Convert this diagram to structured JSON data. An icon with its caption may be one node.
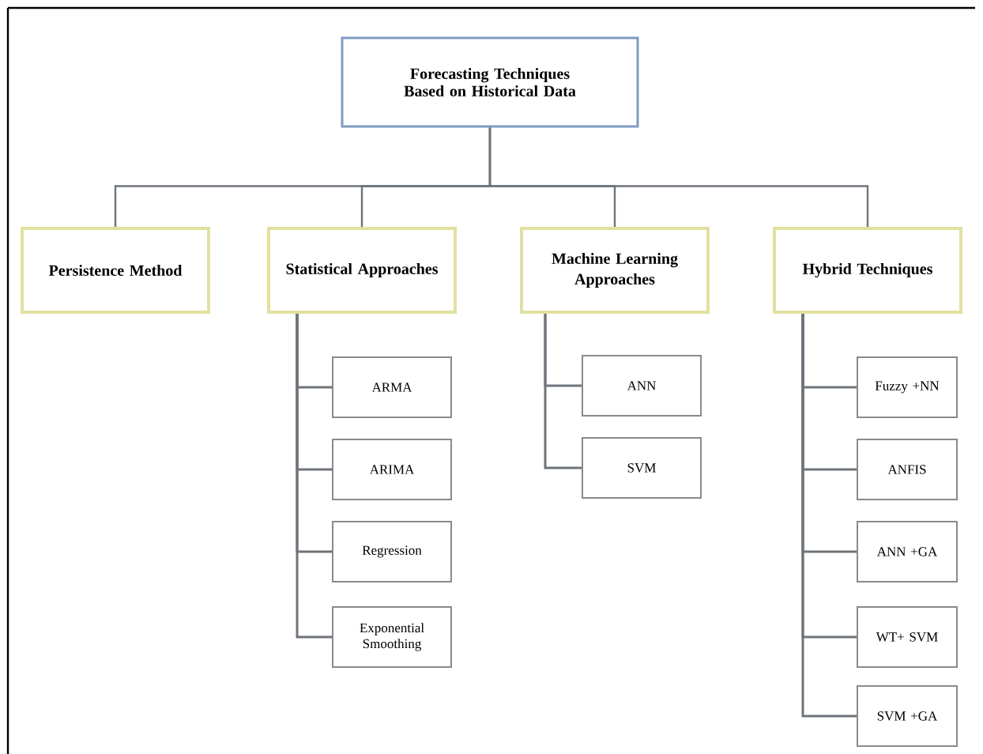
{
  "diagram": {
    "nodes": [
      {
        "text": [
          "Forecasting Techniques Based on Historical Data"
        ]
      },
      {
        "text": [
          "Persistence Method"
        ]
      },
      {
        "text": [
          "Statistical Approaches"
        ]
      },
      {
        "text": [
          "Machine Learning Approaches"
        ]
      },
      {
        "text": [
          "Hybrid Techniques"
        ]
      },
      {
        "text": [
          "ARMA"
        ]
      },
      {
        "text": [
          "ARIMA"
        ]
      },
      {
        "text": [
          "Regression"
        ]
      },
      {
        "text": [
          "Exponential Smoothing"
        ]
      },
      {
        "text": [
          "ANN"
        ]
      },
      {
        "text": [
          "SVM"
        ]
      },
      {
        "text": [
          "Fuzzy +NN"
        ]
      },
      {
        "text": [
          "ANFIS"
        ]
      },
      {
        "text": [
          "ANN +GA"
        ]
      },
      {
        "text": [
          "WT+ SVM"
        ]
      },
      {
        "text": [
          "SVM +GA"
        ]
      }
    ],
    "edges": [
      {
        "from": 0,
        "to": 1,
        "arrow": "none"
      },
      {
        "from": 0,
        "to": 2,
        "arrow": "none"
      },
      {
        "from": 0,
        "to": 3,
        "arrow": "none"
      },
      {
        "from": 0,
        "to": 4,
        "arrow": "none"
      },
      {
        "from": 2,
        "to": 5,
        "arrow": "none"
      },
      {
        "from": 2,
        "to": 6,
        "arrow": "none"
      },
      {
        "from": 2,
        "to": 7,
        "arrow": "none"
      },
      {
        "from": 2,
        "to": 8,
        "arrow": "none"
      },
      {
        "from": 3,
        "to": 9,
        "arrow": "none"
      },
      {
        "from": 3,
        "to": 10,
        "arrow": "none"
      },
      {
        "from": 4,
        "to": 11,
        "arrow": "none"
      },
      {
        "from": 4,
        "to": 12,
        "arrow": "none"
      },
      {
        "from": 4,
        "to": 13,
        "arrow": "none"
      },
      {
        "from": 4,
        "to": 14,
        "arrow": "none"
      },
      {
        "from": 4,
        "to": 15,
        "arrow": "none"
      }
    ]
  }
}
